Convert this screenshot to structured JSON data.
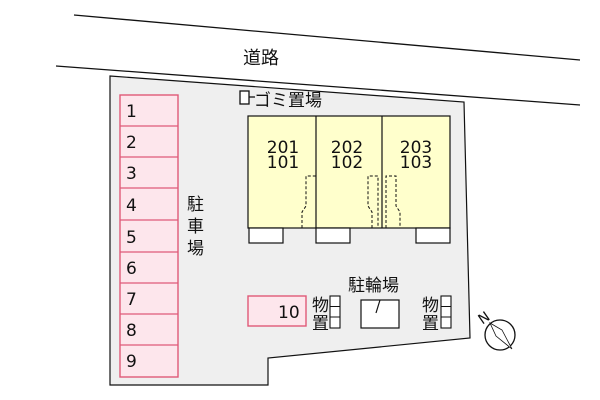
{
  "road": {
    "label": "道路"
  },
  "garbage": {
    "label": "ゴミ置場"
  },
  "parking": {
    "label_chars": [
      "駐",
      "車",
      "場"
    ],
    "stalls": [
      "1",
      "2",
      "3",
      "4",
      "5",
      "6",
      "7",
      "8",
      "9"
    ],
    "extra_stall": "10"
  },
  "building": {
    "units": [
      {
        "upper": "201",
        "lower": "101"
      },
      {
        "upper": "202",
        "lower": "102"
      },
      {
        "upper": "203",
        "lower": "103"
      }
    ]
  },
  "bicycle": {
    "label": "駐輪場"
  },
  "storage": {
    "left_chars": [
      "物",
      "置"
    ],
    "right_chars": [
      "物",
      "置"
    ]
  },
  "compass": {
    "north_label": "N"
  },
  "colors": {
    "stall_fill": "#fde6ec",
    "stall_stroke": "#e05a78",
    "building_fill": "#ffffcc",
    "lot_fill": "#efefef",
    "outline": "#111111"
  }
}
